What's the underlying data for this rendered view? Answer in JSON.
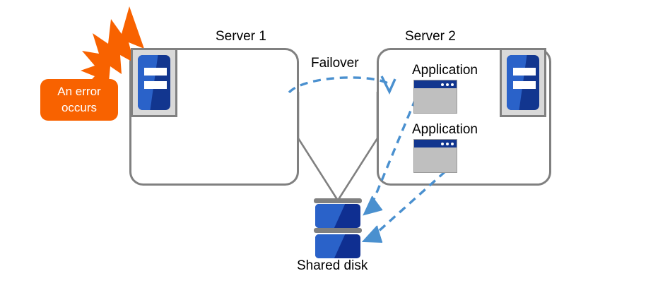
{
  "diagram": {
    "title": "Failover cluster diagram",
    "colors": {
      "server_box_border": "#808080",
      "accent_blue": "#12368f",
      "light_blue": "#2a62c9",
      "arrow_blue": "#4a90cf",
      "error_orange": "#f86200",
      "icon_gray": "#bfbfbf",
      "line_gray": "#808080"
    }
  },
  "labels": {
    "server1_title": "Server 1",
    "server2_title": "Server 2",
    "failover": "Failover",
    "shared_disk": "Shared disk",
    "application_1": "Application",
    "application_2": "Application"
  },
  "error_callout": {
    "line1": "An error",
    "line2": "occurs"
  },
  "icons": {
    "server_1": "server-icon",
    "server_2": "server-icon",
    "app_1": "application-window-icon",
    "app_2": "application-window-icon",
    "disk": "shared-disk-icon",
    "burst": "error-burst-icon"
  },
  "arrows": {
    "failover": "dashed-curved-arrow-server1-to-server2",
    "app1_to_disk": "dashed-arrow-application1-to-shared-disk",
    "app2_to_disk": "dashed-arrow-application2-to-shared-disk",
    "server1_to_disk": "solid-line-server1-to-shared-disk",
    "server2_to_disk": "solid-line-server2-to-shared-disk"
  }
}
